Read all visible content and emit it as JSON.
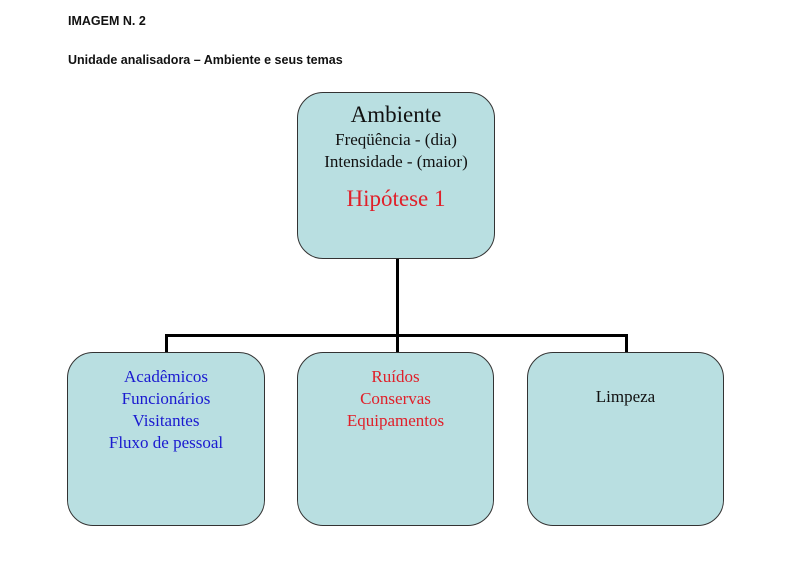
{
  "heading": "IMAGEM N. 2",
  "subheading": "Unidade analisadora – Ambiente e seus temas",
  "root": {
    "title": "Ambiente",
    "lines": [
      "Freqüência - (dia)",
      "Intensidade - (maior)"
    ],
    "hypothesis": "Hipótese 1"
  },
  "children": [
    {
      "lines": [
        "Acadêmicos",
        "Funcionários",
        "Visitantes",
        "Fluxo de pessoal"
      ],
      "color": "#1a1ad0"
    },
    {
      "lines": [
        "Ruídos",
        "Conservas",
        "Equipamentos"
      ],
      "color": "#e0202a"
    },
    {
      "lines": [
        "Limpeza"
      ],
      "color": "#111111"
    }
  ],
  "colors": {
    "box_fill": "#b9dfe1",
    "hypothesis": "#e0202a"
  }
}
